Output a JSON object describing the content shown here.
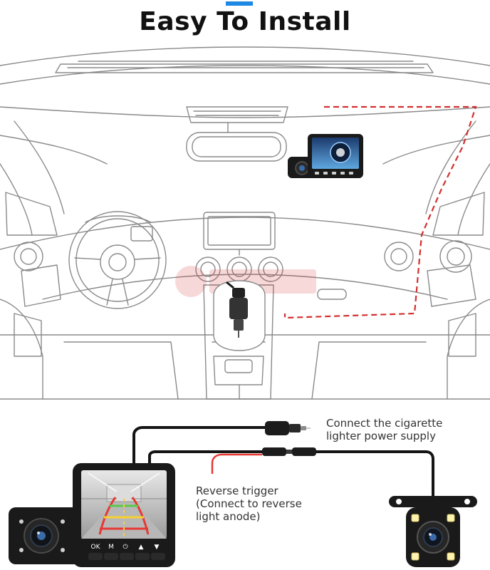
{
  "header": {
    "title": "Easy To Install",
    "accent_color": "#1e88e5"
  },
  "labels": {
    "cigarette_line1": "Connect the cigarette",
    "cigarette_line2": "lighter power supply",
    "reverse_line1": "Reverse trigger",
    "reverse_line2": "(Connect to reverse",
    "reverse_line3": "light anode)"
  },
  "dashcam": {
    "buttons": [
      "OK",
      "M",
      "⏻",
      "▲",
      "▼"
    ]
  },
  "colors": {
    "route": "#d32f2f",
    "line_art": "#8a8a8a",
    "device": "#1a1a1a",
    "cable": "#141414"
  }
}
